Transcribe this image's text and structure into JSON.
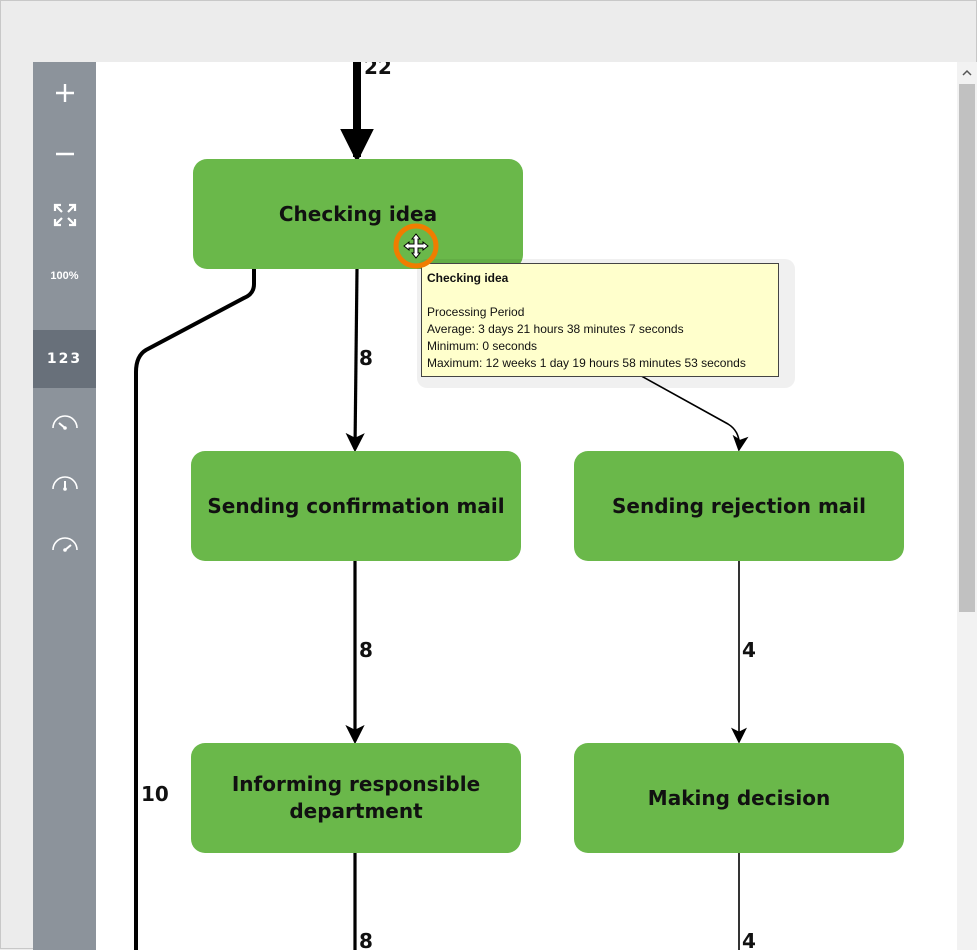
{
  "toolbar": {
    "zoom_in_icon": "plus-icon",
    "zoom_out_icon": "minus-icon",
    "fit_icon": "expand-icon",
    "zoom_level": "100%",
    "frequency_label": "123",
    "speed_icons": [
      "gauge-slow-icon",
      "gauge-medium-icon",
      "gauge-fast-icon"
    ]
  },
  "diagram": {
    "nodes": {
      "checking_idea": "Checking idea",
      "sending_confirmation": "Sending confirmation mail",
      "sending_rejection": "Sending rejection mail",
      "informing_department": "Informing responsible department",
      "making_decision": "Making decision"
    },
    "edge_labels": {
      "incoming": "22",
      "check_to_confirm": "8",
      "confirm_to_inform": "8",
      "reject_to_decision": "4",
      "check_bypass": "10",
      "inform_out": "8",
      "decision_out": "4"
    }
  },
  "tooltip": {
    "title": "Checking idea",
    "section": "Processing Period",
    "average": "Average: 3 days 21 hours 38 minutes 7 seconds",
    "minimum": "Minimum: 0 seconds",
    "maximum": "Maximum: 12 weeks 1 day 19 hours 58 minutes 53 seconds"
  },
  "colors": {
    "toolbar_bg": "#8c939b",
    "node_fill": "#6ab84a",
    "tooltip_bg": "#ffffcc",
    "cursor_ring": "#f07d00"
  }
}
